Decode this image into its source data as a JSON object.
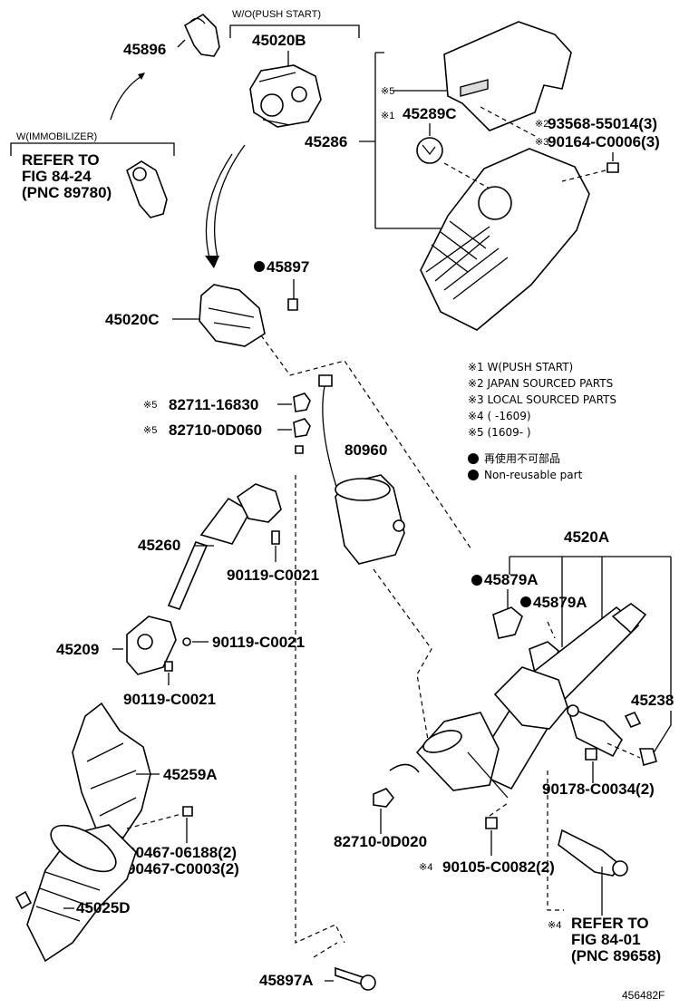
{
  "labels": {
    "p45896": "45896",
    "p45020B": "45020B",
    "p45020C": "45020C",
    "p45897": "45897",
    "p45286": "45286",
    "p45289C": "45289C",
    "p93568": "93568-55014(3)",
    "p90164": "90164-C0006(3)",
    "p82711": "82711-16830",
    "p82710a": "82710-0D060",
    "p80960": "80960",
    "p45260": "45260",
    "p90119a": "90119-C0021",
    "p45209": "45209",
    "p90119b": "90119-C0021",
    "p90119c": "90119-C0021",
    "p45259A": "45259A",
    "p90467a": "90467-06188(2)",
    "p90467b": "90467-C0003(2)",
    "p45025D": "45025D",
    "p45897A": "45897A",
    "p4520A": "4520A",
    "p45879A1": "45879A",
    "p45879A2": "45879A",
    "p45238": "45238",
    "p90178": "90178-C0034(2)",
    "p82710b": "82710-0D020",
    "p90105": "90105-C0082(2)"
  },
  "marks": {
    "m5a": "※5",
    "m1": "※1",
    "m2a": "※2",
    "m3a": "※3",
    "m5b": "※5",
    "m5c": "※5",
    "m2b": "※2",
    "m3b": "※3",
    "m4a": "※4",
    "m4b": "※4"
  },
  "headers": {
    "push_start": "W/O(PUSH START)",
    "immobilizer": "W(IMMOBILIZER)"
  },
  "refs": {
    "ref1_line1": "REFER TO",
    "ref1_line2": "FIG 84-24",
    "ref1_line3": "(PNC 89780)",
    "ref2_line1": "REFER TO",
    "ref2_line2": "FIG 84-01",
    "ref2_line3": "(PNC 89658)"
  },
  "notes": [
    "※1 W(PUSH START)",
    "※2 JAPAN SOURCED PARTS",
    "※3 LOCAL SOURCED PARTS",
    "※4 (      -1609)",
    "※5 (1609-      )"
  ],
  "legend": {
    "jp": "再使用不可部品",
    "en": "Non-reusable part"
  },
  "figure_id": "456482F"
}
